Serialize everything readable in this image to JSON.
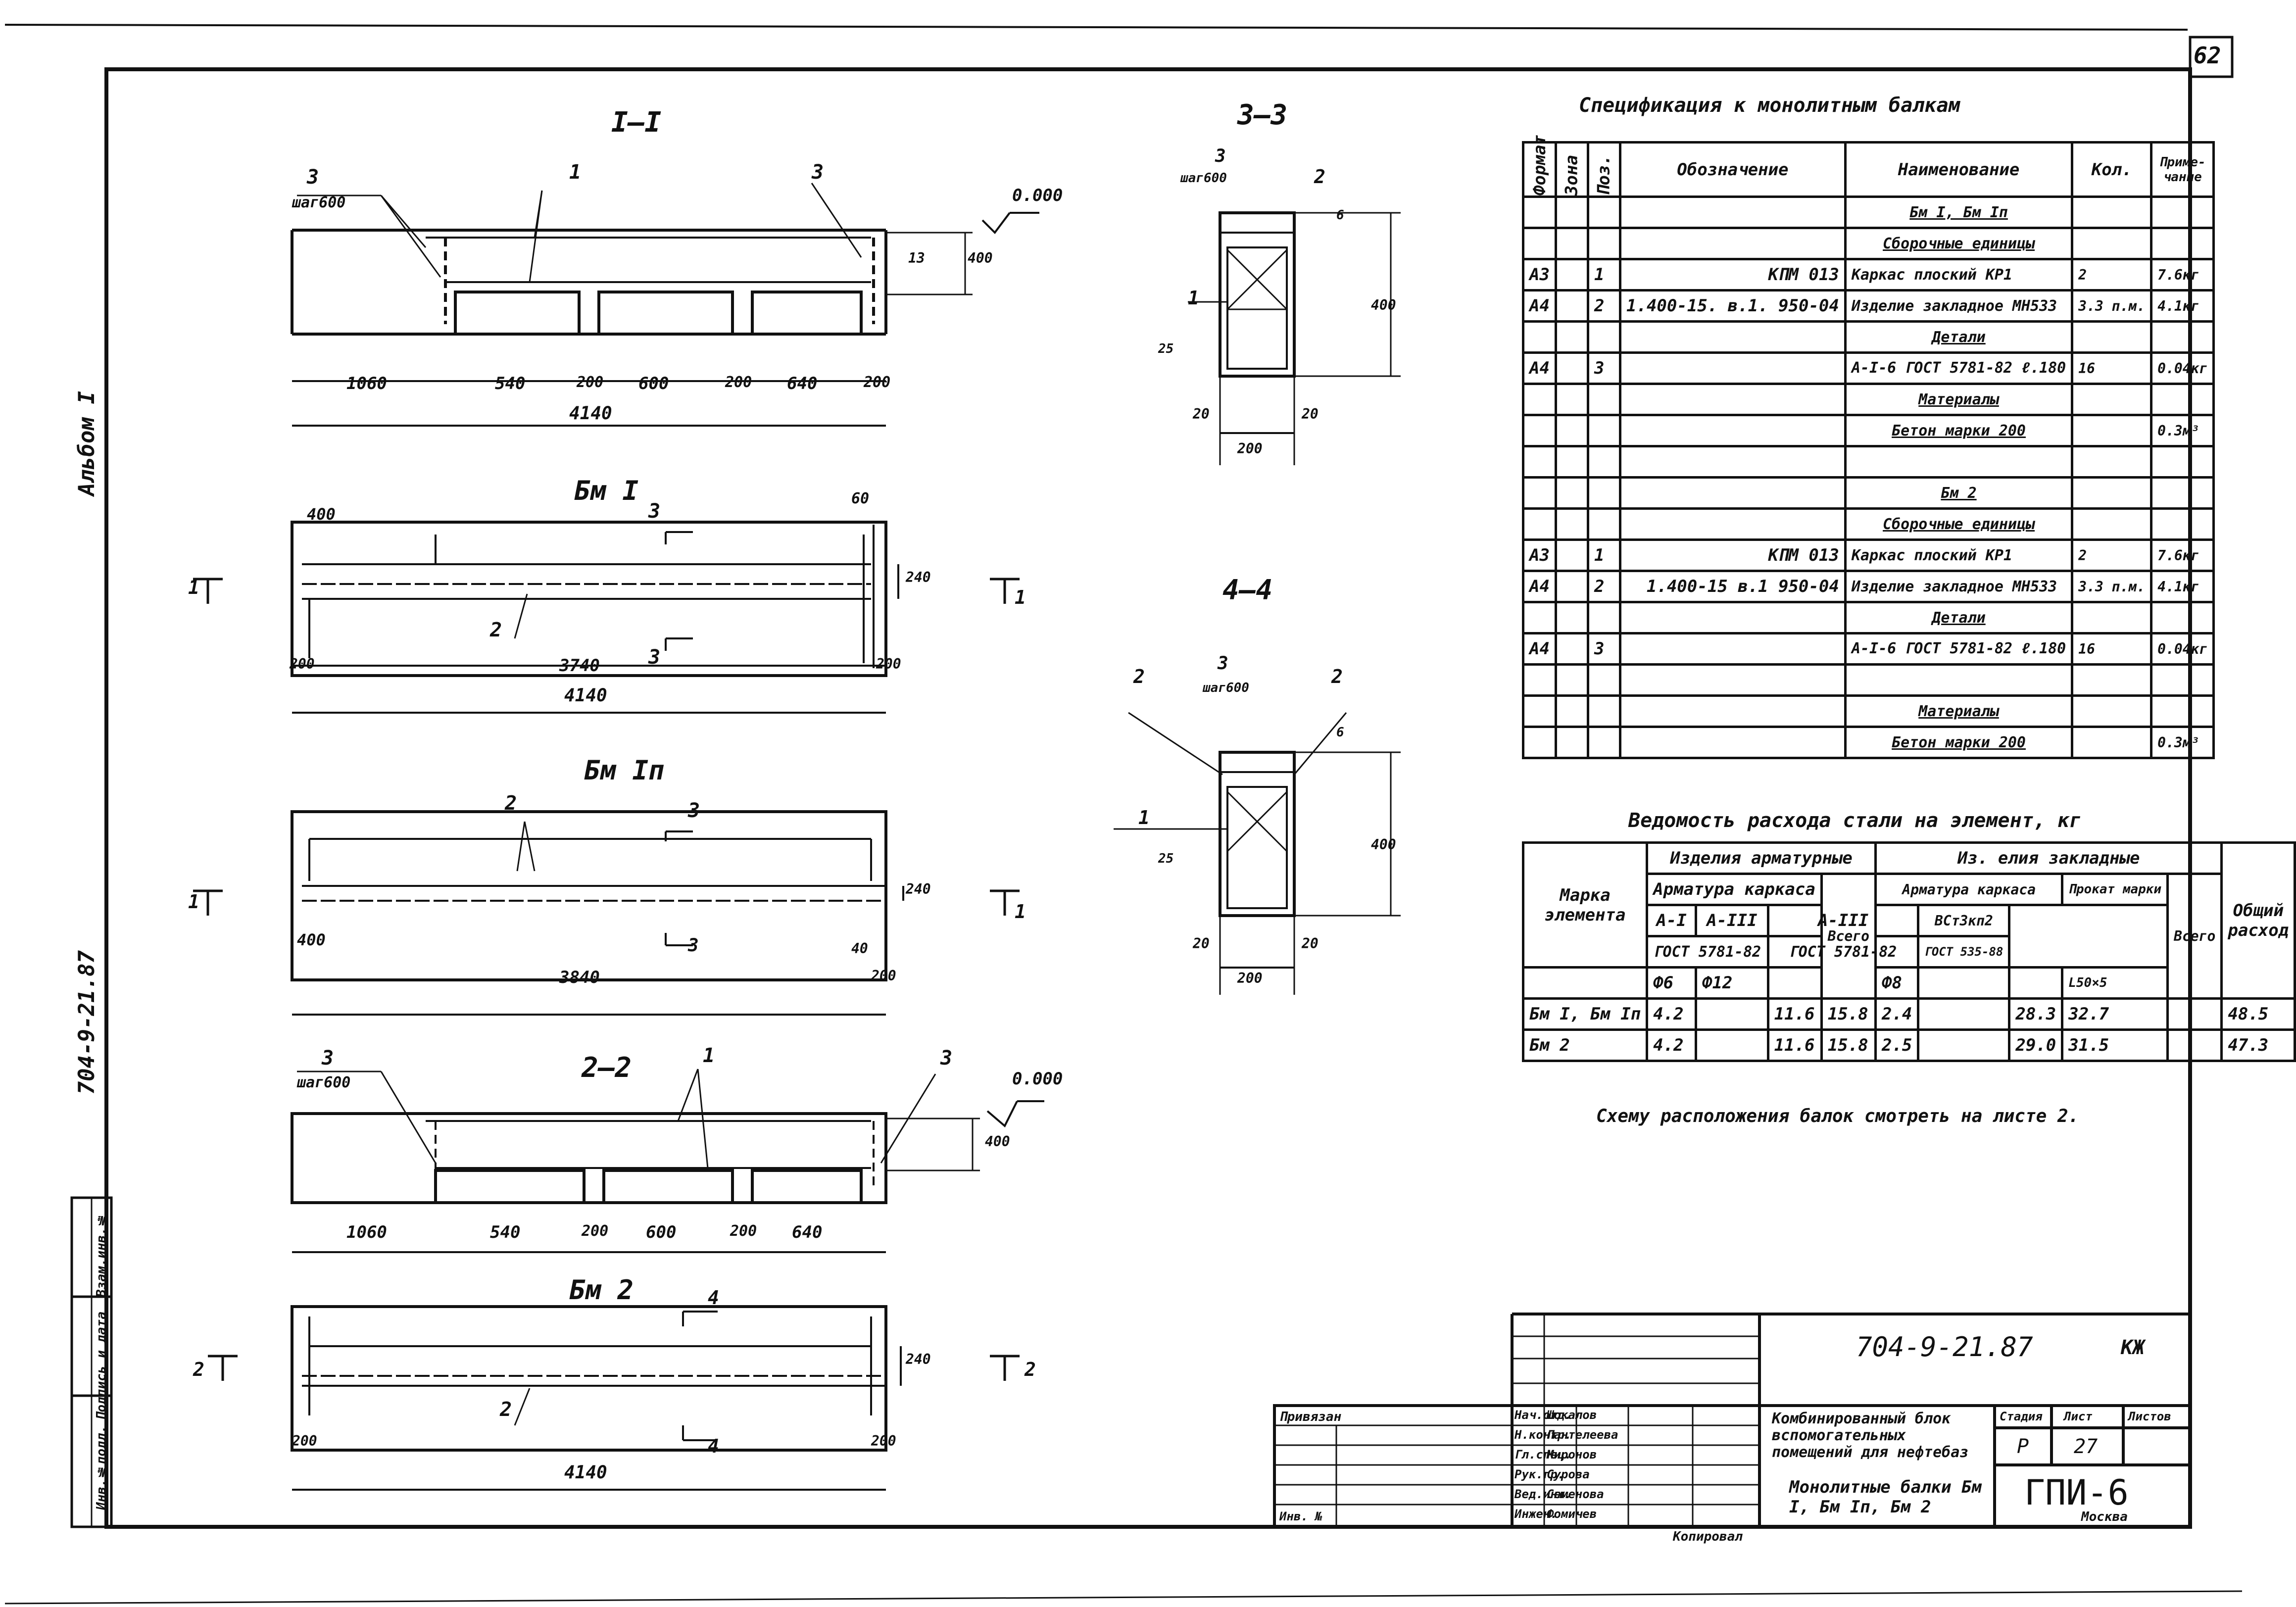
{
  "page_number": "62",
  "side_labels": {
    "album": "Альбом I",
    "doc_code": "704-9-21.87",
    "stamp_cols": [
      "Инв.№подл.",
      "Подпись и дата",
      "Взам.инв.№"
    ]
  },
  "sections": {
    "s11": "I–I",
    "s22": "2–2",
    "s33": "3–3",
    "s44": "4–4",
    "bm1": "Бм I",
    "bm1p": "Бм Iп",
    "bm2": "Бм 2"
  },
  "drawing_labels": {
    "step600": "шаг600",
    "level": "0.000",
    "dims_11": [
      "1060",
      "540",
      "200",
      "600",
      "200",
      "640",
      "200"
    ],
    "total_len": "4140",
    "dims_22": [
      "1060",
      "540",
      "200",
      "600",
      "200",
      "640"
    ],
    "h400": "400",
    "h240": "240",
    "d13": "13",
    "d200": "200",
    "d400": "400",
    "d40": "40",
    "d60": "60",
    "d3740": "3740",
    "d3840": "3840",
    "d20": "20",
    "d25": "25",
    "d6": "6",
    "d400v": "400",
    "n1": "1",
    "n2": "2",
    "n3": "3",
    "n4": "4"
  },
  "spec": {
    "title": "Спецификация к монолитным балкам",
    "headers": [
      "Формат",
      "Зона",
      "Поз.",
      "Обозначение",
      "Наименование",
      "Кол.",
      "Приме-чание"
    ],
    "rows": [
      [
        "",
        "",
        "",
        "",
        "Бм I, Бм Iп",
        "",
        ""
      ],
      [
        "",
        "",
        "",
        "",
        "Сборочные единицы",
        "",
        ""
      ],
      [
        "А3",
        "",
        "1",
        "КПМ 013",
        "Каркас плоский КР1",
        "2",
        "7.6кг"
      ],
      [
        "А4",
        "",
        "2",
        "1.400-15. в.1. 950-04",
        "Изделие закладное МН533",
        "3.3 п.м.",
        "4.1кг"
      ],
      [
        "",
        "",
        "",
        "",
        "Детали",
        "",
        ""
      ],
      [
        "А4",
        "",
        "3",
        "",
        "А-I-6 ГОСТ 5781-82 ℓ.180",
        "16",
        "0.04кг"
      ],
      [
        "",
        "",
        "",
        "",
        "Материалы",
        "",
        ""
      ],
      [
        "",
        "",
        "",
        "",
        "Бетон марки 200",
        "",
        "0.3м³"
      ],
      [
        "",
        "",
        "",
        "",
        "",
        "",
        ""
      ],
      [
        "",
        "",
        "",
        "",
        "Бм 2",
        "",
        ""
      ],
      [
        "",
        "",
        "",
        "",
        "Сборочные единицы",
        "",
        ""
      ],
      [
        "А3",
        "",
        "1",
        "КПМ 013",
        "Каркас плоский КР1",
        "2",
        "7.6кг"
      ],
      [
        "А4",
        "",
        "2",
        "1.400-15 в.1 950-04",
        "Изделие закладное МН533",
        "3.3 п.м.",
        "4.1кг"
      ],
      [
        "",
        "",
        "",
        "",
        "Детали",
        "",
        ""
      ],
      [
        "А4",
        "",
        "3",
        "",
        "А-I-6 ГОСТ 5781-82 ℓ.180",
        "16",
        "0.04кг"
      ],
      [
        "",
        "",
        "",
        "",
        "",
        "",
        ""
      ],
      [
        "",
        "",
        "",
        "",
        "Материалы",
        "",
        ""
      ],
      [
        "",
        "",
        "",
        "",
        "Бетон марки 200",
        "",
        "0.3м³"
      ]
    ]
  },
  "steel": {
    "title": "Ведомость расхода стали на элемент, кг",
    "h_mark": "Марка элемента",
    "h_arm": "Изделия арматурные",
    "h_emb": "Из. елия закладные",
    "h_frame": "Арматура каркаса",
    "h_frame2": "Арматура каркаса",
    "h_prokat": "Прокат марки",
    "h_a1": "А-I",
    "h_a3": "А-III",
    "h_a3b": "А-III",
    "h_total": "Всего",
    "h_total2": "Всего",
    "h_grand": "Общий расход",
    "h_gost1": "ГОСТ 5781-82",
    "h_gost2": "ГОСТ 5781-82",
    "h_vst": "ВСт3кп2",
    "h_gost3": "ГОСТ 535-88",
    "h_f6": "Ф6",
    "h_f12": "Ф12",
    "h_f8": "Ф8",
    "h_plate": "L50×5",
    "rows": [
      [
        "Бм I, Бм Iп",
        "4.2",
        "11.6",
        "15.8",
        "2.4",
        "28.3",
        "32.7",
        "48.5"
      ],
      [
        "Бм 2",
        "4.2",
        "11.6",
        "15.8",
        "2.5",
        "29.0",
        "31.5",
        "47.3"
      ]
    ]
  },
  "note": "Схему расположения балок смотреть на листе 2.",
  "title_block": {
    "code": "704-9-21.87",
    "suffix": "КЖ",
    "project": "Комбинированный блок вспомогательных помещений для нефтебаз",
    "sheet_name": "Монолитные балки Бм I, Бм Iп, Бм 2",
    "stage_h": "Стадия",
    "sheet_h": "Лист",
    "sheets_h": "Листов",
    "stage": "Р",
    "sheet": "27",
    "sheets": "",
    "org": "ГПИ-6",
    "city": "Москва",
    "linked": "Привязан",
    "inv": "Инв. №",
    "copied": "Копировал",
    "people": [
      [
        "Нач.отд.",
        "Шокалов"
      ],
      [
        "Н.контр.",
        "Пантелеева"
      ],
      [
        "Гл.спец.",
        "Миронов"
      ],
      [
        "Рук.гр.",
        "Сурова"
      ],
      [
        "Вед.инж.",
        "Семенова"
      ],
      [
        "Инжен.",
        "Фомичев"
      ]
    ]
  }
}
